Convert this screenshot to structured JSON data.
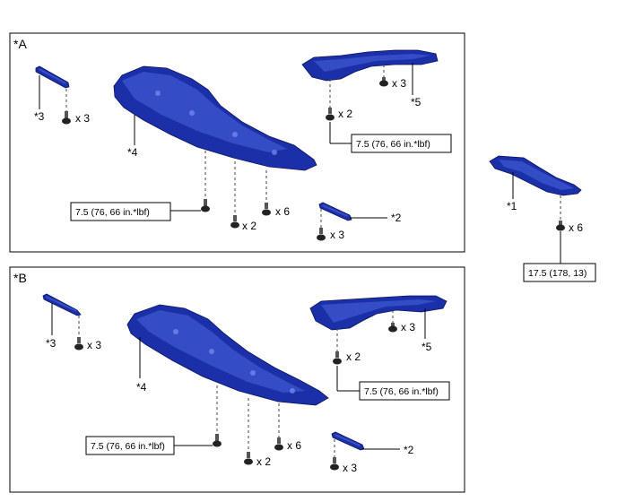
{
  "panels": {
    "a": {
      "label": "*A"
    },
    "b": {
      "label": "*B"
    }
  },
  "parts": {
    "p1": "*1",
    "p2": "*2",
    "p3": "*3",
    "p4": "*4",
    "p5": "*5"
  },
  "quantities": {
    "x2": "x 2",
    "x3": "x 3",
    "x6": "x 6"
  },
  "torques": {
    "t75": "7.5 (76, 66 in.*lbf)",
    "t175": "17.5 (178, 13)"
  },
  "colors": {
    "part_fill": "#1b2fa8",
    "part_highlight": "#4a64e0"
  }
}
